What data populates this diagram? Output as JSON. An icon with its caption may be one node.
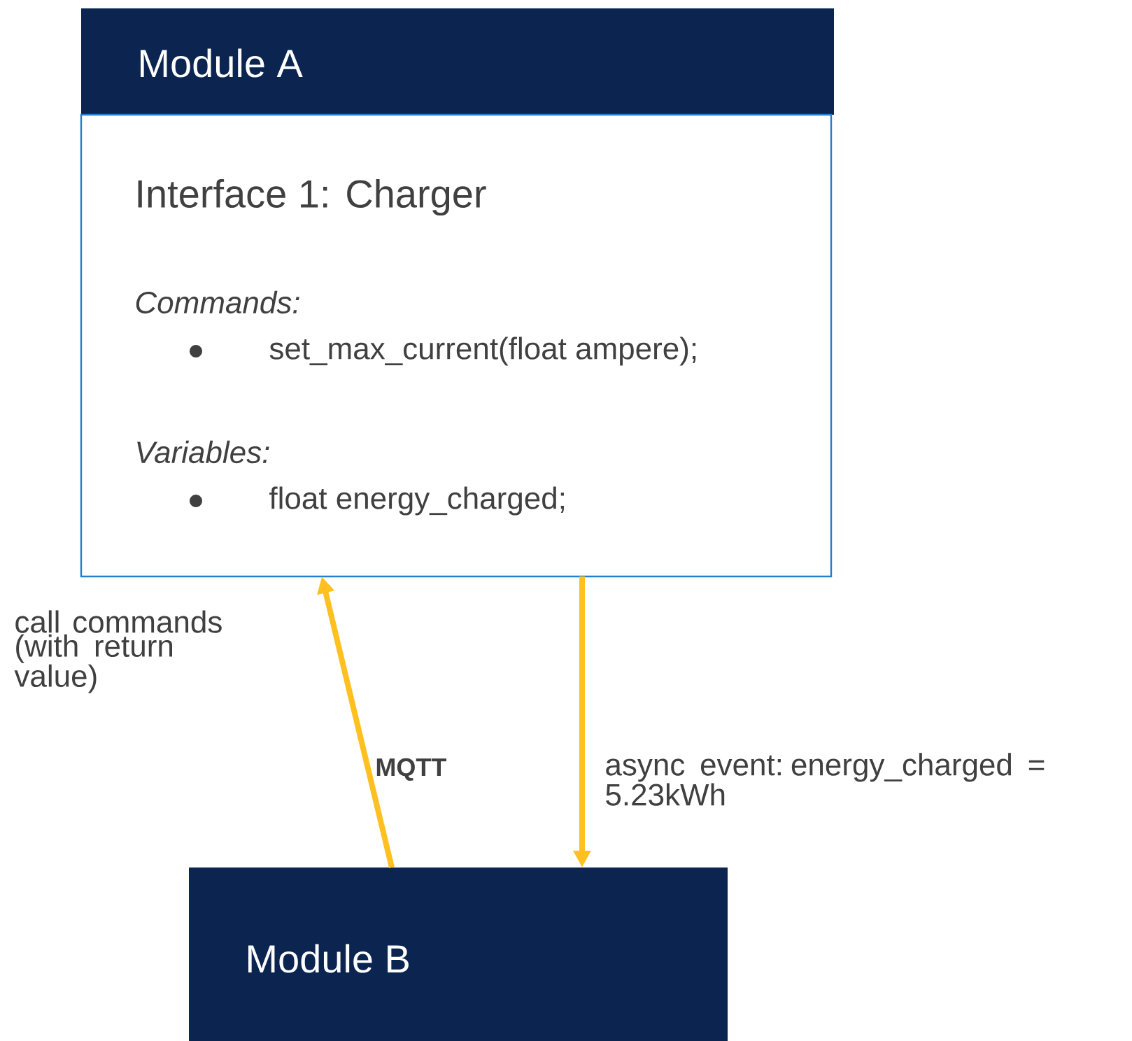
{
  "diagram": {
    "nodes": [
      {
        "text": [
          "Module A"
        ]
      },
      {
        "text": [
          "Interface 1: Charger",
          "Commands:",
          "set_max_current(float ampere);",
          "Variables:",
          "float energy_charged;"
        ]
      },
      {
        "text": [
          "Module B"
        ]
      }
    ],
    "edges": [
      {
        "from": 2,
        "to": 1,
        "arrow": "to",
        "label": "call commands (with return value)"
      },
      {
        "from": 1,
        "to": 2,
        "arrow": "to",
        "label": "async event: energy_charged = 5.23kWh"
      }
    ],
    "labels": [
      "MQTT"
    ]
  }
}
